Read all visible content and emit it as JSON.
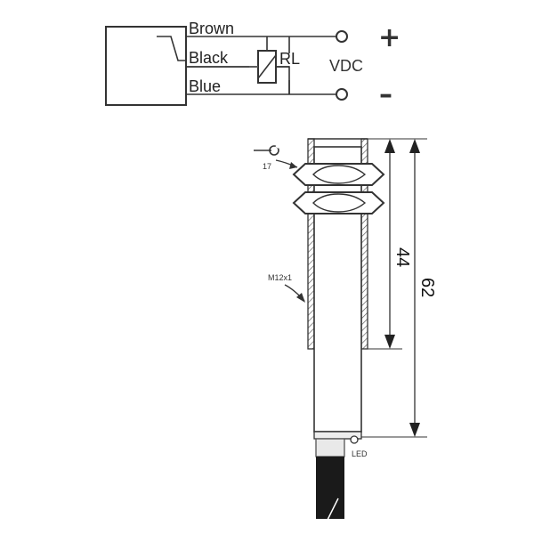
{
  "wiring": {
    "wire_brown": "Brown",
    "wire_black": "Black",
    "wire_blue": "Blue",
    "relay_label": "RL",
    "supply_label": "VDC",
    "plus_symbol": "+",
    "minus_symbol": "–"
  },
  "drawing": {
    "wrench_size": "17",
    "thread_label": "M12x1",
    "led_label": "LED",
    "dim_threaded_length": "44",
    "dim_total_length": "62"
  },
  "colors": {
    "line": "#333333",
    "thread_hatch": "#777777",
    "cable": "#1a1a1a"
  },
  "icons": {
    "wrench": "wrench-icon",
    "terminal": "terminal-circle-icon",
    "relay": "relay-coil-icon"
  }
}
